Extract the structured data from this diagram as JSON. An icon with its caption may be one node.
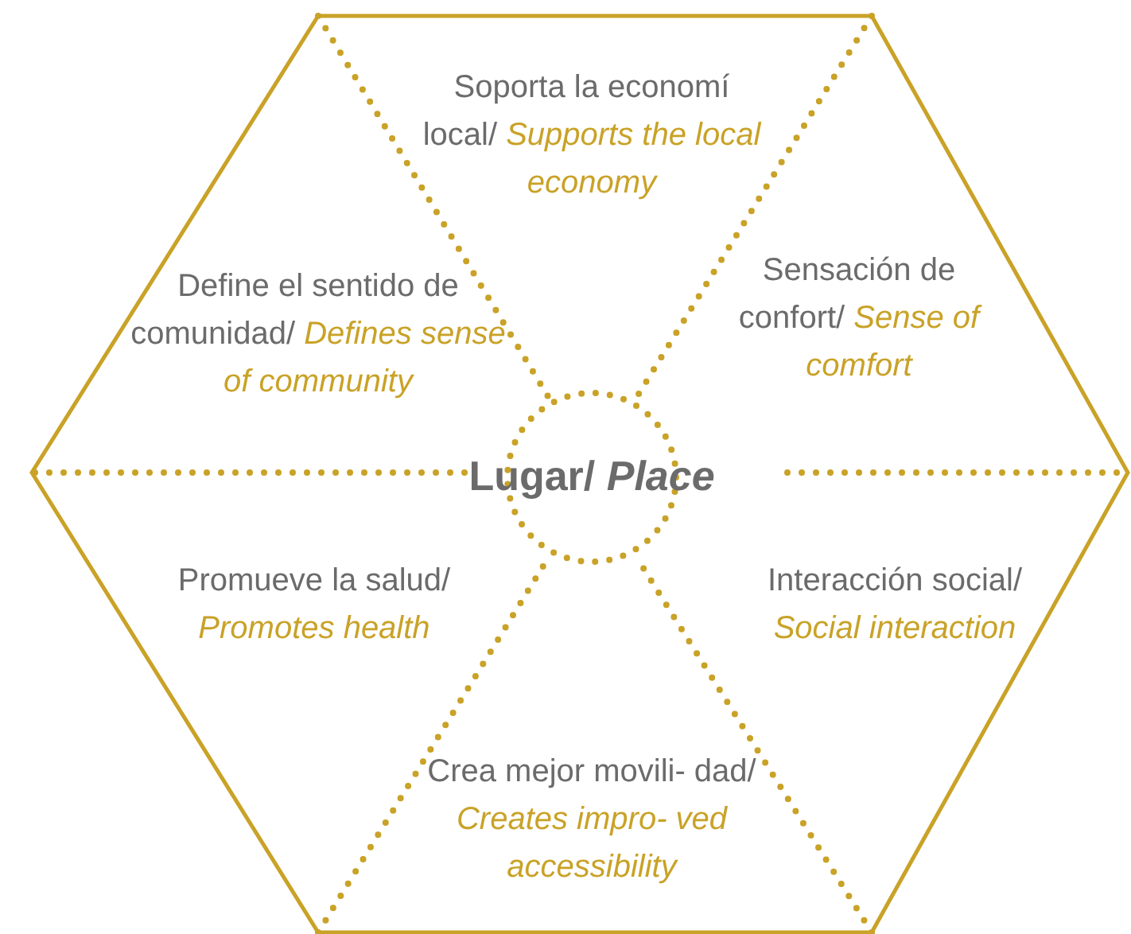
{
  "diagram": {
    "nodes": [
      {
        "text": [
          "Lugar/ *Place*"
        ]
      }
    ],
    "edges": [],
    "labels": [
      "Soporta la economí local/ *Supports the local economy*",
      "Define el sentido de comunidad/ *Defines sense of community*",
      "Sensación de confort/ *Sense of comfort*",
      "Promueve la salud/ *Promotes health*",
      "Interacción social/ *Social interaction*",
      "Crea mejor movili- dad/ *Creates impro- ved accessibility*"
    ]
  }
}
